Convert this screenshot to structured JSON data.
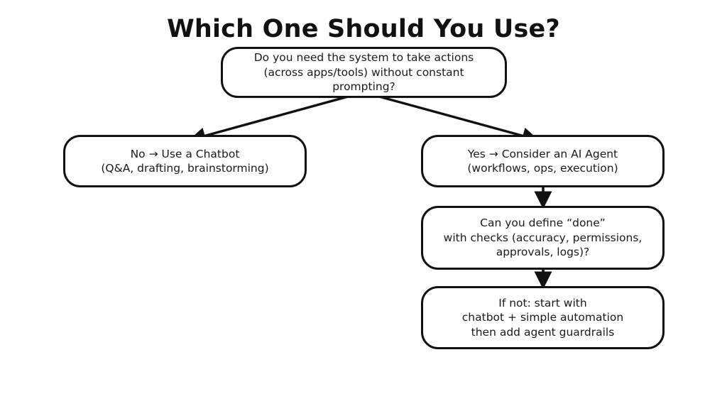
{
  "slide": {
    "title": "Which One Should You Use?",
    "background_color": "#ffffff",
    "ink_color": "#111111"
  },
  "diagram": {
    "type": "decision-flowchart",
    "orientation": "top-down",
    "nodes": [
      {
        "id": "root",
        "role": "decision",
        "text": "Do you need the system to take actions\n(across apps/tools) without constant prompting?"
      },
      {
        "id": "no",
        "role": "outcome",
        "text": "No → Use a Chatbot\n(Q&A, drafting, brainstorming)"
      },
      {
        "id": "yes",
        "role": "outcome",
        "text": "Yes → Consider an AI Agent\n(workflows, ops, execution)"
      },
      {
        "id": "done",
        "role": "decision",
        "text": "Can you define “done”\nwith checks (accuracy, permissions,\napprovals, logs)?"
      },
      {
        "id": "ifnot",
        "role": "outcome",
        "text": "If not: start with\nchatbot + simple automation\nthen add agent guardrails"
      }
    ],
    "edges": [
      {
        "id": "root-to-no",
        "from": "root",
        "to": "no",
        "style": "diagonal-arrow"
      },
      {
        "id": "root-to-yes",
        "from": "root",
        "to": "yes",
        "style": "diagonal-arrow"
      },
      {
        "id": "yes-to-done",
        "from": "yes",
        "to": "done",
        "style": "vertical-arrow"
      },
      {
        "id": "done-to-ifnot",
        "from": "done",
        "to": "ifnot",
        "style": "vertical-arrow"
      }
    ]
  }
}
